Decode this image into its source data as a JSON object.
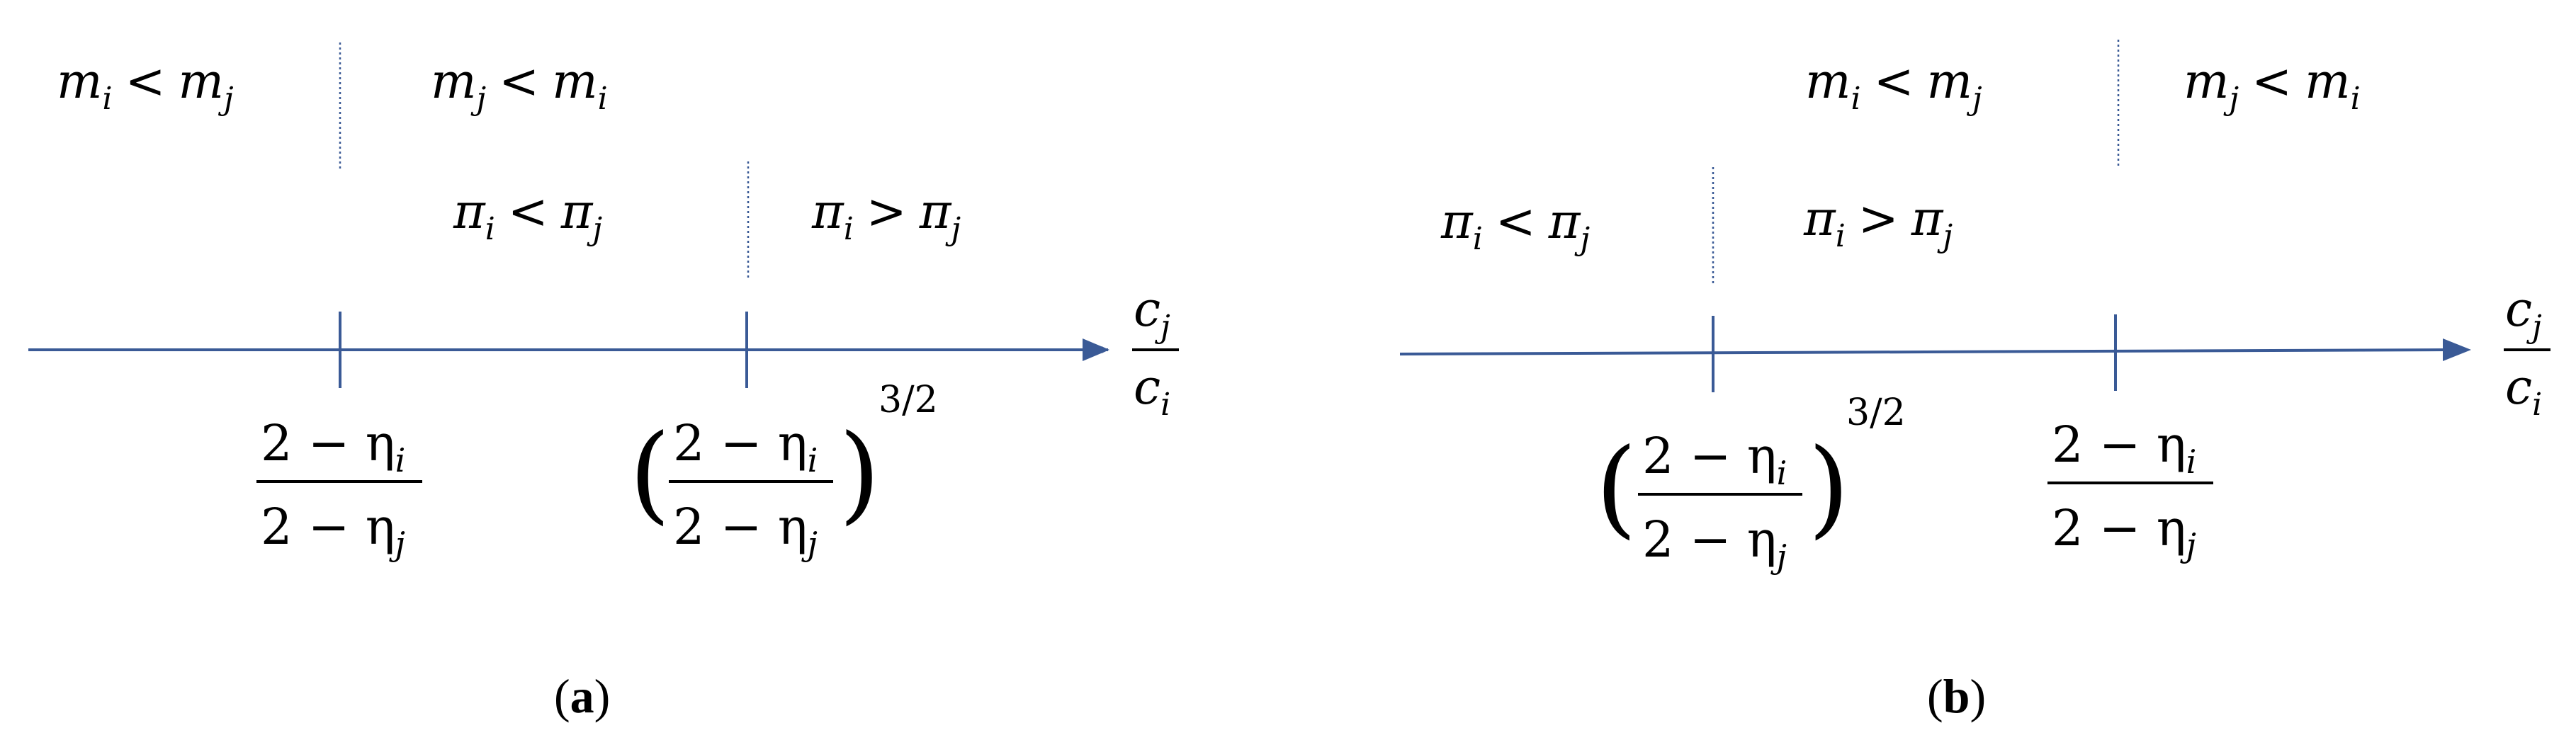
{
  "diagram": {
    "axis_color": "#3a5a96",
    "panels": [
      {
        "id": "a",
        "caption": {
          "open": "(",
          "letter": "a",
          "close": ")"
        },
        "axis_label": {
          "num": "c",
          "num_sub": "j",
          "den": "c",
          "den_sub": "i"
        },
        "mass_regions": {
          "left": {
            "a": "m",
            "a_sub": "i",
            "op": "<",
            "b": "m",
            "b_sub": "j"
          },
          "right": {
            "a": "m",
            "a_sub": "j",
            "op": "<",
            "b": "m",
            "b_sub": "i"
          }
        },
        "profit_regions": {
          "left": {
            "a": "π",
            "a_sub": "i",
            "op": "<",
            "b": "π",
            "b_sub": "j"
          },
          "right": {
            "a": "π",
            "a_sub": "i",
            "op": ">",
            "b": "π",
            "b_sub": "j"
          }
        },
        "ticks": [
          {
            "kind": "ratio",
            "num": "2 − η",
            "num_sub": "i",
            "den": "2 − η",
            "den_sub": "j",
            "exponent": ""
          },
          {
            "kind": "power",
            "num": "2 − η",
            "num_sub": "i",
            "den": "2 − η",
            "den_sub": "j",
            "exponent": "3/2"
          }
        ]
      },
      {
        "id": "b",
        "caption": {
          "open": "(",
          "letter": "b",
          "close": ")"
        },
        "axis_label": {
          "num": "c",
          "num_sub": "j",
          "den": "c",
          "den_sub": "i"
        },
        "mass_regions": {
          "left": {
            "a": "m",
            "a_sub": "i",
            "op": "<",
            "b": "m",
            "b_sub": "j"
          },
          "right": {
            "a": "m",
            "a_sub": "j",
            "op": "<",
            "b": "m",
            "b_sub": "i"
          }
        },
        "profit_regions": {
          "left": {
            "a": "π",
            "a_sub": "i",
            "op": "<",
            "b": "π",
            "b_sub": "j"
          },
          "right": {
            "a": "π",
            "a_sub": "i",
            "op": ">",
            "b": "π",
            "b_sub": "j"
          }
        },
        "ticks": [
          {
            "kind": "power",
            "num": "2 − η",
            "num_sub": "i",
            "den": "2 − η",
            "den_sub": "j",
            "exponent": "3/2"
          },
          {
            "kind": "ratio",
            "num": "2 − η",
            "num_sub": "i",
            "den": "2 − η",
            "den_sub": "j",
            "exponent": ""
          }
        ]
      }
    ]
  }
}
